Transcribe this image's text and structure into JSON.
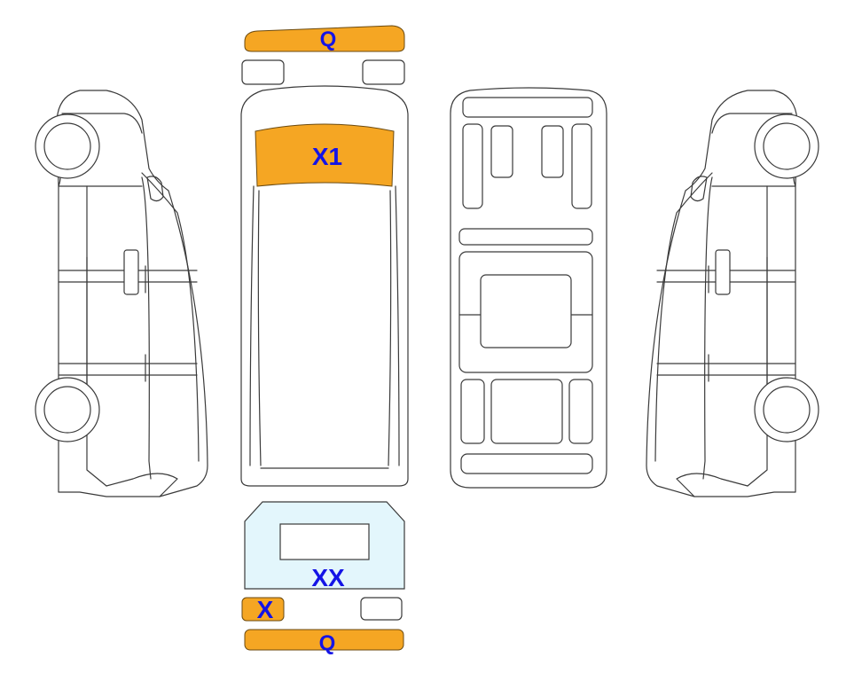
{
  "colors": {
    "damage_fill": "#f5a623",
    "rear_door_fill": "#e3f6fc",
    "label_color": "#1414e6",
    "outline": "#3a3a3a"
  },
  "labels": {
    "front_bumper": "Q",
    "windshield": "X1",
    "rear_door": "XX",
    "rear_light_left": "X",
    "rear_bumper": "Q"
  }
}
